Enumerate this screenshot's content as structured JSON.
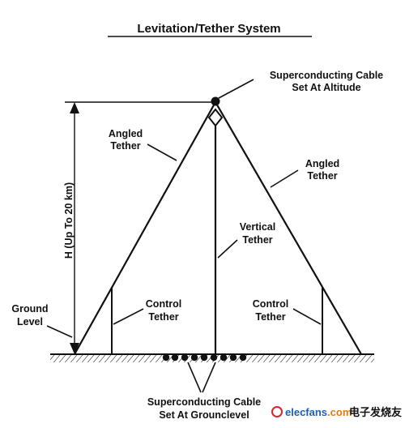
{
  "title": "Levitation/Tether System",
  "labels": {
    "top_cable_line1": "Superconducting Cable",
    "top_cable_line2": "Set At Altitude",
    "angled_left_line1": "Angled",
    "angled_left_line2": "Tether",
    "angled_right_line1": "Angled",
    "angled_right_line2": "Tether",
    "height": "H (Up To 20 km)",
    "vertical_line1": "Vertical",
    "vertical_line2": "Tether",
    "control_left_line1": "Control",
    "control_left_line2": "Tether",
    "control_right_line1": "Control",
    "control_right_line2": "Tether",
    "ground_line1": "Ground",
    "ground_line2": "Level",
    "bottom_cable_line1": "Superconducting Cable",
    "bottom_cable_line2": "Set At Grounclevel"
  },
  "watermark": {
    "site": "elecfans",
    "dot_com": ".com",
    "cn": "电子发烧友"
  },
  "colors": {
    "ink": "#111111",
    "watermark_blue": "#1a5fb4",
    "watermark_orange": "#e07a10",
    "watermark_red": "#d62828"
  }
}
